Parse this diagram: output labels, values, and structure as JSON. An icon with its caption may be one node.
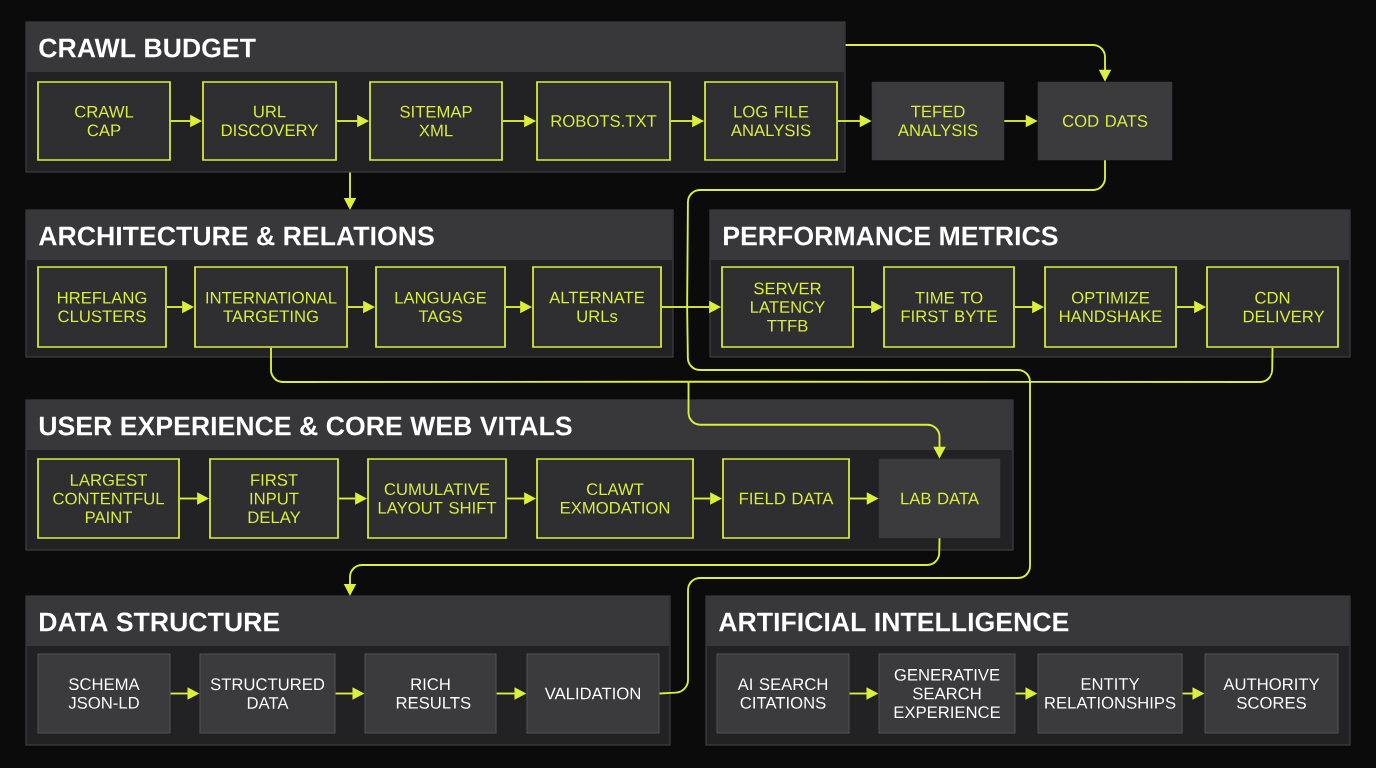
{
  "diagram": {
    "nodes": [
      {
        "text": [
          "CRAWL BUDGET"
        ]
      },
      {
        "text": [
          "CRAWL CAP"
        ],
        "in": 0
      },
      {
        "text": [
          "URL DISCOVERY"
        ],
        "in": 0
      },
      {
        "text": [
          "SITEMAP XML"
        ],
        "in": 0
      },
      {
        "text": [
          "ROBOTS.TXT"
        ],
        "in": 0
      },
      {
        "text": [
          "LOG FILE ANALYSIS"
        ],
        "in": 0
      },
      {
        "text": [
          "TEFED ANALYSIS"
        ]
      },
      {
        "text": [
          "COD DATS"
        ]
      },
      {
        "text": [
          "ARCHITECTURE & RELATIONS"
        ]
      },
      {
        "text": [
          "HREFLANG CLUSTERS"
        ],
        "in": 8
      },
      {
        "text": [
          "INTERNATIONAL TARGETING"
        ],
        "in": 8
      },
      {
        "text": [
          "LANGUAGE TAGS"
        ],
        "in": 8
      },
      {
        "text": [
          "ALTERNATE URLs"
        ],
        "in": 8
      },
      {
        "text": [
          "PERFORMANCE METRICS"
        ]
      },
      {
        "text": [
          "SERVER LATENCY TTFB"
        ],
        "in": 13
      },
      {
        "text": [
          "TIME TO FIRST BYTE"
        ],
        "in": 13
      },
      {
        "text": [
          "OPTIMIZE HANDSHAKE"
        ],
        "in": 13
      },
      {
        "text": [
          "CDN DELIVERY"
        ],
        "in": 13
      },
      {
        "text": [
          "USER EXPERIENCE & CORE WEB VITALS"
        ]
      },
      {
        "text": [
          "LARGEST CONTENTFUL PAINT"
        ],
        "in": 18
      },
      {
        "text": [
          "FIRST INPUT DELAY"
        ],
        "in": 18
      },
      {
        "text": [
          "CUMULATIVE LAYOUT SHIFT"
        ],
        "in": 18
      },
      {
        "text": [
          "CLAWT EXMODATION"
        ],
        "in": 18
      },
      {
        "text": [
          "FIELD DATA"
        ],
        "in": 18
      },
      {
        "text": [
          "LAB DATA"
        ],
        "in": 18
      },
      {
        "text": [
          "DATA STRUCTURE"
        ]
      },
      {
        "text": [
          "SCHEMA JSON-LD"
        ],
        "in": 25
      },
      {
        "text": [
          "STRUCTURED DATA"
        ],
        "in": 25
      },
      {
        "text": [
          "RICH RESULTS"
        ],
        "in": 25
      },
      {
        "text": [
          "VALIDATION"
        ],
        "in": 25
      },
      {
        "text": [
          "ARTIFICIAL INTELLIGENCE"
        ]
      },
      {
        "text": [
          "AI SEARCH CITATIONS"
        ],
        "in": 30
      },
      {
        "text": [
          "GENERATIVE SEARCH EXPERIENCE"
        ],
        "in": 30
      },
      {
        "text": [
          "ENTITY RELATIONSHIPS"
        ],
        "in": 30
      },
      {
        "text": [
          "AUTHORITY SCORES"
        ],
        "in": 30
      }
    ],
    "edges": [
      {
        "from": 1,
        "to": 2,
        "arrow": "to"
      },
      {
        "from": 2,
        "to": 3,
        "arrow": "to"
      },
      {
        "from": 3,
        "to": 4,
        "arrow": "to"
      },
      {
        "from": 4,
        "to": 5,
        "arrow": "to"
      },
      {
        "from": 5,
        "to": 6,
        "arrow": "to"
      },
      {
        "from": 6,
        "to": 7,
        "arrow": "to"
      },
      {
        "from": 0,
        "to": 7,
        "arrow": "to"
      },
      {
        "from": 0,
        "to": 8,
        "arrow": "to"
      },
      {
        "from": 9,
        "to": 10,
        "arrow": "to"
      },
      {
        "from": 10,
        "to": 11,
        "arrow": "to"
      },
      {
        "from": 11,
        "to": 12,
        "arrow": "to"
      },
      {
        "from": 14,
        "to": 15,
        "arrow": "to"
      },
      {
        "from": 15,
        "to": 16,
        "arrow": "to"
      },
      {
        "from": 16,
        "to": 17,
        "arrow": "to"
      },
      {
        "from": 19,
        "to": 20,
        "arrow": "to"
      },
      {
        "from": 20,
        "to": 21,
        "arrow": "to"
      },
      {
        "from": 21,
        "to": 22,
        "arrow": "to"
      },
      {
        "from": 22,
        "to": 23,
        "arrow": "to"
      },
      {
        "from": 23,
        "to": 24,
        "arrow": "to"
      },
      {
        "from": 26,
        "to": 27,
        "arrow": "to"
      },
      {
        "from": 27,
        "to": 28,
        "arrow": "to"
      },
      {
        "from": 28,
        "to": 29,
        "arrow": "to"
      },
      {
        "from": 31,
        "to": 32,
        "arrow": "to"
      },
      {
        "from": 32,
        "to": 33,
        "arrow": "to"
      },
      {
        "from": 33,
        "to": 34,
        "arrow": "to"
      },
      {
        "from": 12,
        "to": 14,
        "arrow": "to"
      },
      {
        "from": 7,
        "to": 14,
        "arrow": "to"
      },
      {
        "from": 29,
        "to": 14,
        "arrow": "to"
      },
      {
        "from": 10,
        "to": 24,
        "arrow": "to"
      },
      {
        "from": 17,
        "to": 24,
        "arrow": "to"
      },
      {
        "from": 24,
        "to": 25,
        "arrow": "to"
      }
    ]
  }
}
